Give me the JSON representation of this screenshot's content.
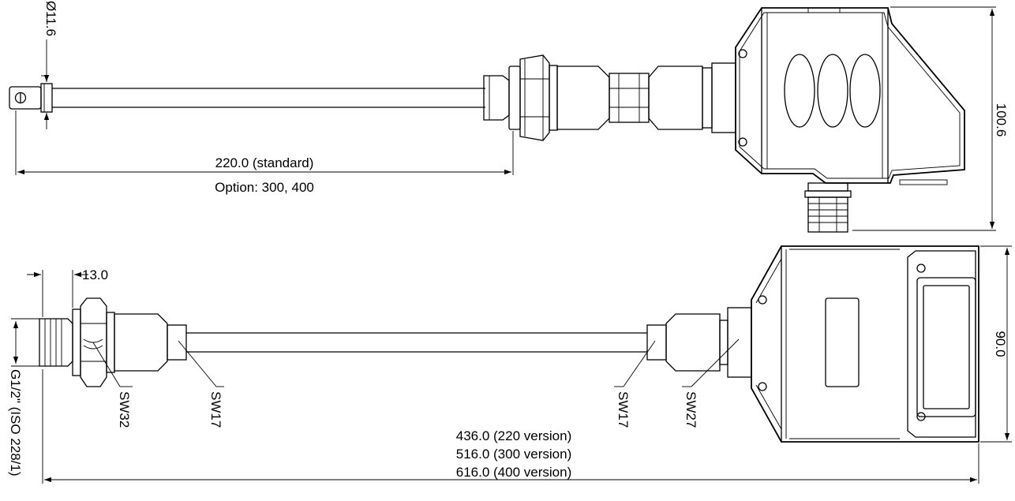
{
  "top_view": {
    "dim_diameter": "Ø11.6",
    "dim_length": "220.0 (standard)",
    "dim_length_option": "Option: 300, 400",
    "dim_height": "100.6"
  },
  "bottom_view": {
    "dim_offset": "13.0",
    "thread": "G1/2\" (ISO 228/1)",
    "wrench_sizes": [
      "SW32",
      "SW17",
      "SW17",
      "SW27"
    ],
    "dim_width": "90.0",
    "total_lengths": [
      "436.0 (220 version)",
      "516.0 (300 version)",
      "616.0 (400 version)"
    ]
  },
  "colors": {
    "line": "#000000",
    "background": "#ffffff"
  }
}
